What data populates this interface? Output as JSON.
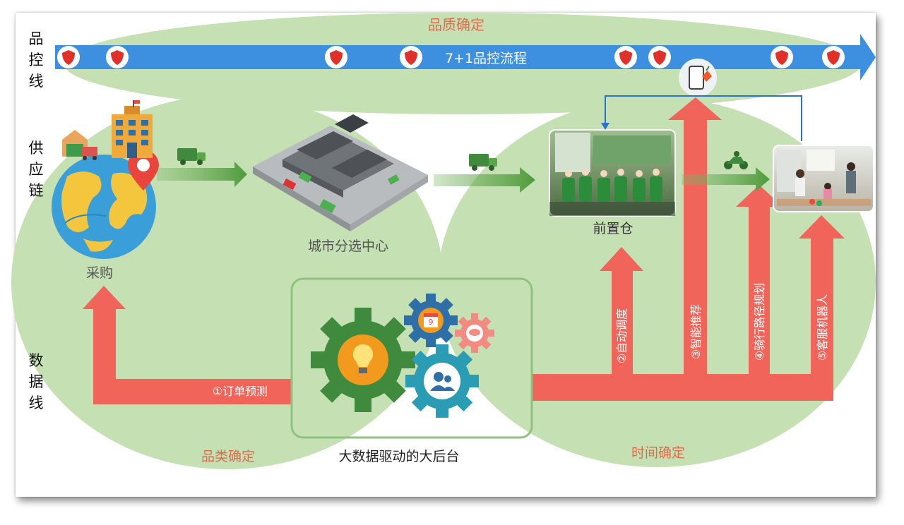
{
  "row_labels": {
    "quality_line": "品\n控\n线",
    "supply_chain": "供\n应\n链",
    "data_line": "数\n据\n线"
  },
  "quality_band": {
    "title": "品质确定",
    "arrow_label": "7+1品控流程",
    "checkpoint_count": 8
  },
  "nodes": {
    "procurement": "采购",
    "sorting_center": "城市分选中心",
    "front_warehouse": "前置仓"
  },
  "backend": {
    "label": "大数据驱动的大后台",
    "calendar_day": "9"
  },
  "data_flows": {
    "order_forecast": "①订单预测",
    "auto_dispatch": "②自动调度",
    "smart_recommend": "③智能推荐",
    "rider_route": "④骑行路径规划",
    "service_robot": "⑤客服机器人"
  },
  "region_labels": {
    "category": "品类确定",
    "time": "时间确定"
  },
  "colors": {
    "green_region": "#c5e0b3",
    "red_arrow": "#f0645a",
    "blue_arrow": "#3d8fe0",
    "label_red": "#e06b4a",
    "label_gray": "#555555"
  }
}
